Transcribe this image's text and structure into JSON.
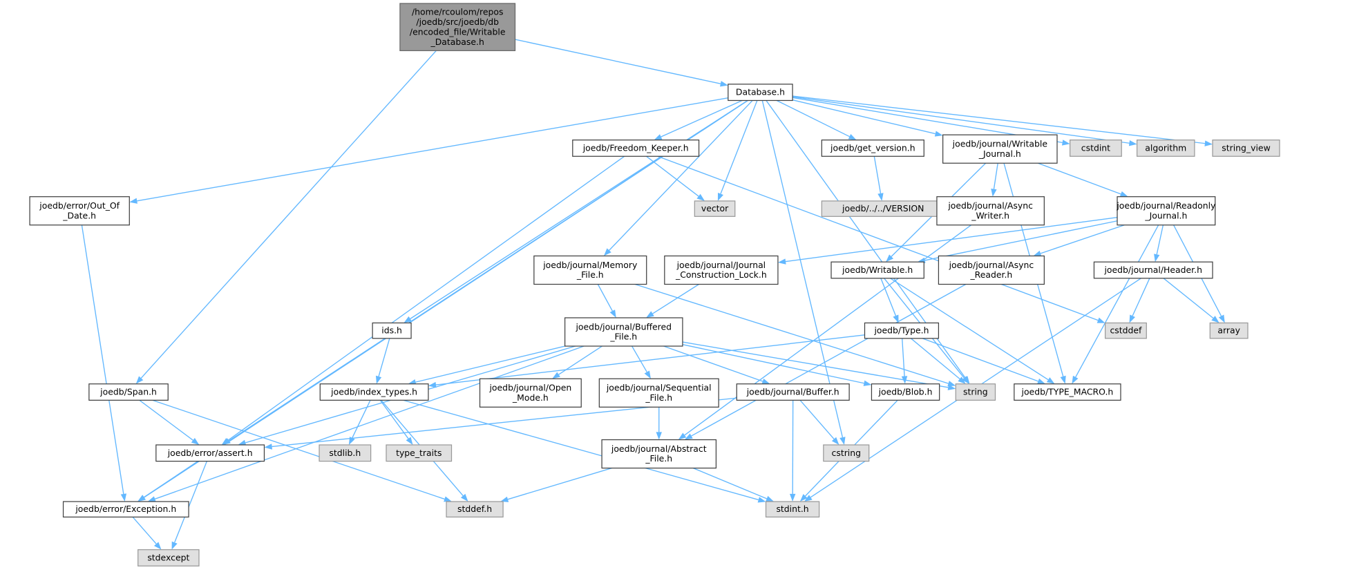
{
  "graph": {
    "colors": {
      "edge": "#63b8ff",
      "root": "#999999",
      "system": "#e0e0e0",
      "local": "#ffffff"
    },
    "nodes": [
      {
        "id": "root",
        "kind": "root",
        "lines": [
          "/home/rcoulom/repos",
          "/joedb/src/joedb/db",
          "/encoded_file/Writable",
          "_Database.h"
        ]
      },
      {
        "id": "database",
        "kind": "local",
        "lines": [
          "Database.h"
        ]
      },
      {
        "id": "freedom",
        "kind": "local",
        "lines": [
          "joedb/Freedom_Keeper.h"
        ]
      },
      {
        "id": "get_version",
        "kind": "local",
        "lines": [
          "joedb/get_version.h"
        ]
      },
      {
        "id": "writable_journal",
        "kind": "local",
        "lines": [
          "joedb/journal/Writable",
          "_Journal.h"
        ]
      },
      {
        "id": "cstdint",
        "kind": "system",
        "lines": [
          "cstdint"
        ]
      },
      {
        "id": "algorithm",
        "kind": "system",
        "lines": [
          "algorithm"
        ]
      },
      {
        "id": "string_view",
        "kind": "system",
        "lines": [
          "string_view"
        ]
      },
      {
        "id": "out_of_date",
        "kind": "local",
        "lines": [
          "joedb/error/Out_Of",
          "_Date.h"
        ]
      },
      {
        "id": "vector",
        "kind": "system",
        "lines": [
          "vector"
        ]
      },
      {
        "id": "version",
        "kind": "system",
        "lines": [
          "joedb/../../VERSION"
        ]
      },
      {
        "id": "async_writer",
        "kind": "local",
        "lines": [
          "joedb/journal/Async",
          "_Writer.h"
        ]
      },
      {
        "id": "readonly_journal",
        "kind": "local",
        "lines": [
          "joedb/journal/Readonly",
          "_Journal.h"
        ]
      },
      {
        "id": "memory_file",
        "kind": "local",
        "lines": [
          "joedb/journal/Memory",
          "_File.h"
        ]
      },
      {
        "id": "construction_lock",
        "kind": "local",
        "lines": [
          "joedb/journal/Journal",
          "_Construction_Lock.h"
        ]
      },
      {
        "id": "writable",
        "kind": "local",
        "lines": [
          "joedb/Writable.h"
        ]
      },
      {
        "id": "async_reader",
        "kind": "local",
        "lines": [
          "joedb/journal/Async",
          "_Reader.h"
        ]
      },
      {
        "id": "header",
        "kind": "local",
        "lines": [
          "joedb/journal/Header.h"
        ]
      },
      {
        "id": "ids",
        "kind": "local",
        "lines": [
          "ids.h"
        ]
      },
      {
        "id": "buffered_file",
        "kind": "local",
        "lines": [
          "joedb/journal/Buffered",
          "_File.h"
        ]
      },
      {
        "id": "type",
        "kind": "local",
        "lines": [
          "joedb/Type.h"
        ]
      },
      {
        "id": "cstddef",
        "kind": "system",
        "lines": [
          "cstddef"
        ]
      },
      {
        "id": "array",
        "kind": "system",
        "lines": [
          "array"
        ]
      },
      {
        "id": "span",
        "kind": "local",
        "lines": [
          "joedb/Span.h"
        ]
      },
      {
        "id": "index_types",
        "kind": "local",
        "lines": [
          "joedb/index_types.h"
        ]
      },
      {
        "id": "open_mode",
        "kind": "local",
        "lines": [
          "joedb/journal/Open",
          "_Mode.h"
        ]
      },
      {
        "id": "sequential_file",
        "kind": "local",
        "lines": [
          "joedb/journal/Sequential",
          "_File.h"
        ]
      },
      {
        "id": "buffer",
        "kind": "local",
        "lines": [
          "joedb/journal/Buffer.h"
        ]
      },
      {
        "id": "blob",
        "kind": "local",
        "lines": [
          "joedb/Blob.h"
        ]
      },
      {
        "id": "string",
        "kind": "system",
        "lines": [
          "string"
        ]
      },
      {
        "id": "type_macro",
        "kind": "local",
        "lines": [
          "joedb/TYPE_MACRO.h"
        ]
      },
      {
        "id": "assert",
        "kind": "local",
        "lines": [
          "joedb/error/assert.h"
        ]
      },
      {
        "id": "stdlib",
        "kind": "system",
        "lines": [
          "stdlib.h"
        ]
      },
      {
        "id": "type_traits",
        "kind": "system",
        "lines": [
          "type_traits"
        ]
      },
      {
        "id": "abstract_file",
        "kind": "local",
        "lines": [
          "joedb/journal/Abstract",
          "_File.h"
        ]
      },
      {
        "id": "cstring",
        "kind": "system",
        "lines": [
          "cstring"
        ]
      },
      {
        "id": "exception",
        "kind": "local",
        "lines": [
          "joedb/error/Exception.h"
        ]
      },
      {
        "id": "stddef",
        "kind": "system",
        "lines": [
          "stddef.h"
        ]
      },
      {
        "id": "stdint",
        "kind": "system",
        "lines": [
          "stdint.h"
        ]
      },
      {
        "id": "stdexcept",
        "kind": "system",
        "lines": [
          "stdexcept"
        ]
      }
    ],
    "edges": [
      [
        "root",
        "database"
      ],
      [
        "root",
        "span"
      ],
      [
        "database",
        "freedom"
      ],
      [
        "database",
        "get_version"
      ],
      [
        "database",
        "writable_journal"
      ],
      [
        "database",
        "cstdint"
      ],
      [
        "database",
        "algorithm"
      ],
      [
        "database",
        "string_view"
      ],
      [
        "database",
        "out_of_date"
      ],
      [
        "database",
        "vector"
      ],
      [
        "database",
        "memory_file"
      ],
      [
        "database",
        "ids"
      ],
      [
        "database",
        "string"
      ],
      [
        "database",
        "cstring"
      ],
      [
        "database",
        "assert"
      ],
      [
        "database",
        "exception"
      ],
      [
        "freedom",
        "vector"
      ],
      [
        "freedom",
        "assert"
      ],
      [
        "freedom",
        "cstddef"
      ],
      [
        "get_version",
        "version"
      ],
      [
        "writable_journal",
        "async_writer"
      ],
      [
        "writable_journal",
        "readonly_journal"
      ],
      [
        "writable_journal",
        "writable"
      ],
      [
        "writable_journal",
        "type_macro"
      ],
      [
        "out_of_date",
        "exception"
      ],
      [
        "async_writer",
        "abstract_file"
      ],
      [
        "readonly_journal",
        "construction_lock"
      ],
      [
        "readonly_journal",
        "writable"
      ],
      [
        "readonly_journal",
        "async_reader"
      ],
      [
        "readonly_journal",
        "header"
      ],
      [
        "readonly_journal",
        "array"
      ],
      [
        "readonly_journal",
        "type_macro"
      ],
      [
        "memory_file",
        "buffered_file"
      ],
      [
        "memory_file",
        "string"
      ],
      [
        "construction_lock",
        "buffered_file"
      ],
      [
        "writable",
        "type"
      ],
      [
        "writable",
        "string"
      ],
      [
        "writable",
        "type_macro"
      ],
      [
        "async_reader",
        "abstract_file"
      ],
      [
        "header",
        "cstddef"
      ],
      [
        "header",
        "array"
      ],
      [
        "header",
        "stdint"
      ],
      [
        "ids",
        "index_types"
      ],
      [
        "buffered_file",
        "index_types"
      ],
      [
        "buffered_file",
        "open_mode"
      ],
      [
        "buffered_file",
        "sequential_file"
      ],
      [
        "buffered_file",
        "buffer"
      ],
      [
        "buffered_file",
        "blob"
      ],
      [
        "buffered_file",
        "string"
      ],
      [
        "buffered_file",
        "assert"
      ],
      [
        "buffered_file",
        "exception"
      ],
      [
        "type",
        "index_types"
      ],
      [
        "type",
        "blob"
      ],
      [
        "type",
        "string"
      ],
      [
        "type",
        "type_macro"
      ],
      [
        "span",
        "assert"
      ],
      [
        "span",
        "stddef"
      ],
      [
        "index_types",
        "stdlib"
      ],
      [
        "index_types",
        "type_traits"
      ],
      [
        "index_types",
        "stddef"
      ],
      [
        "index_types",
        "stdint"
      ],
      [
        "sequential_file",
        "abstract_file"
      ],
      [
        "buffer",
        "assert"
      ],
      [
        "buffer",
        "cstring"
      ],
      [
        "buffer",
        "stdint"
      ],
      [
        "blob",
        "stdint"
      ],
      [
        "assert",
        "exception"
      ],
      [
        "assert",
        "stdexcept"
      ],
      [
        "abstract_file",
        "stddef"
      ],
      [
        "abstract_file",
        "stdint"
      ],
      [
        "exception",
        "stdexcept"
      ]
    ]
  }
}
